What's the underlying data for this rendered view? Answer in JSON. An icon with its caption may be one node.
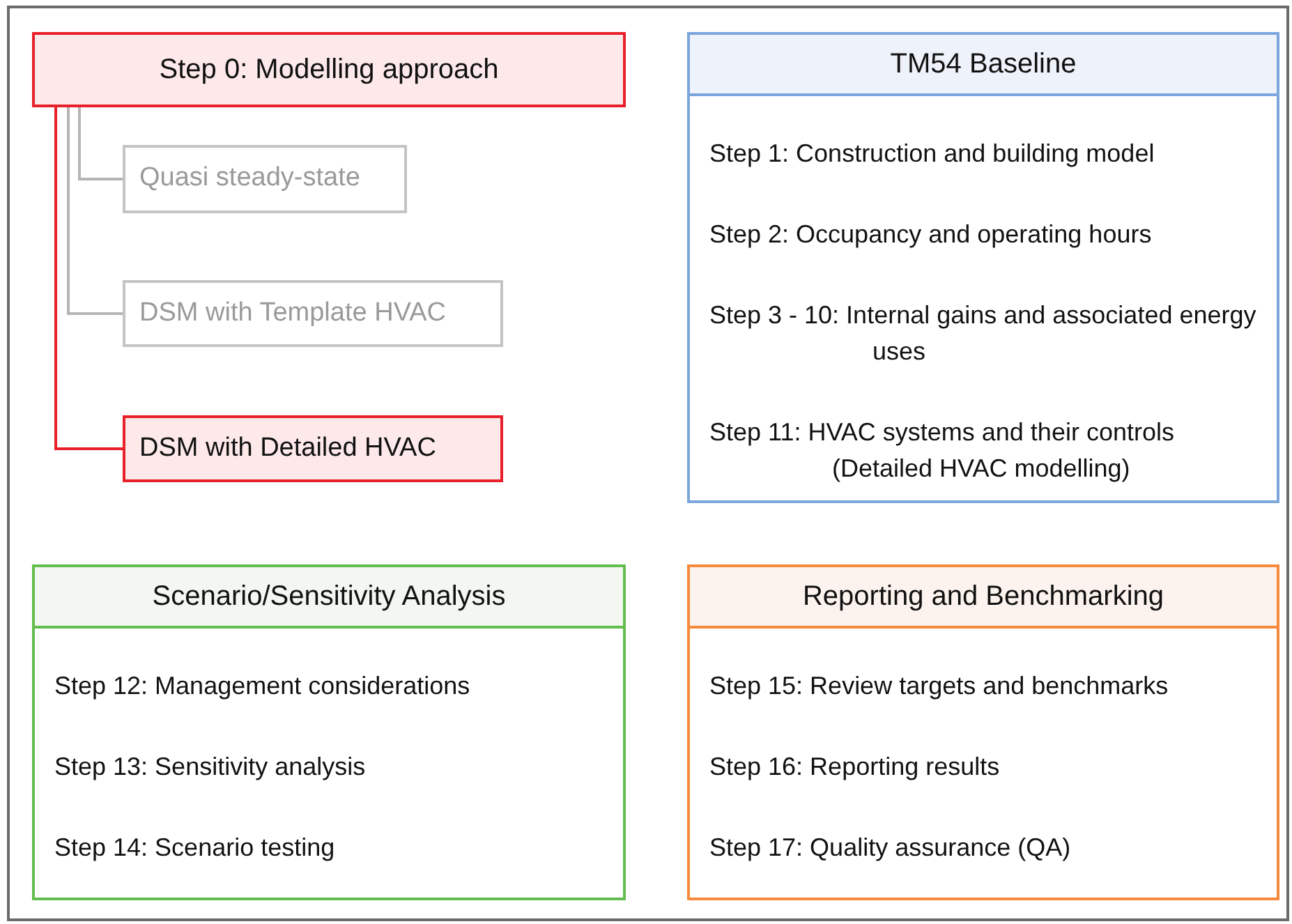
{
  "diagram": {
    "nodes": [
      {
        "text": [
          "Step 0: Modelling approach"
        ]
      },
      {
        "text": [
          "Quasi steady-state"
        ]
      },
      {
        "text": [
          "DSM with Template HVAC"
        ]
      },
      {
        "text": [
          "DSM with Detailed HVAC"
        ]
      },
      {
        "text": [
          "TM54 Baseline",
          "Step 1: Construction and building model",
          "Step 2: Occupancy and operating hours",
          "Step 3 - 10: Internal gains and associated energy uses",
          "Step 11: HVAC systems and their controls (Detailed HVAC modelling)"
        ]
      },
      {
        "text": [
          "Scenario/Sensitivity Analysis",
          "Step 12: Management considerations",
          "Step 13: Sensitivity analysis",
          "Step 14: Scenario testing"
        ]
      },
      {
        "text": [
          "Reporting and Benchmarking",
          "Step 15: Review targets and benchmarks",
          "Step 16: Reporting results",
          "Step 17: Quality assurance (QA)"
        ]
      }
    ],
    "edges": [
      {
        "from": 0,
        "to": 1,
        "arrow": "none"
      },
      {
        "from": 0,
        "to": 2,
        "arrow": "none"
      },
      {
        "from": 0,
        "to": 3,
        "arrow": "none",
        "color": "#e8202a"
      }
    ]
  }
}
